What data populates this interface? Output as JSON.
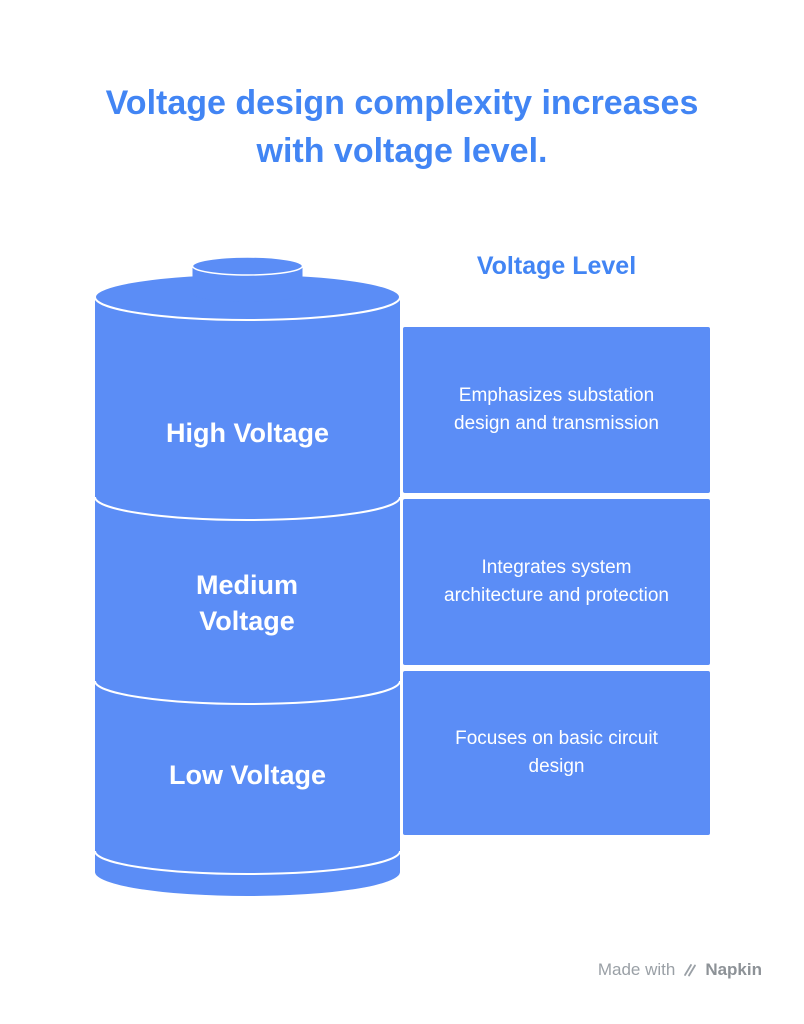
{
  "title": "Voltage design complexity increases with voltage level.",
  "column_header": "Voltage Level",
  "segments": [
    {
      "label": "High Voltage",
      "description": "Emphasizes substation design and transmission"
    },
    {
      "label": "Medium Voltage",
      "description": "Integrates system architecture and protection"
    },
    {
      "label": "Low Voltage",
      "description": "Focuses on basic circuit design"
    }
  ],
  "footer": {
    "made_with": "Made with",
    "brand": "Napkin"
  },
  "colors": {
    "accent_blue": "#4285F4",
    "shape_blue": "#5B8DF6",
    "text_white": "#FFFFFF",
    "footer_gray": "#9AA0A6"
  }
}
